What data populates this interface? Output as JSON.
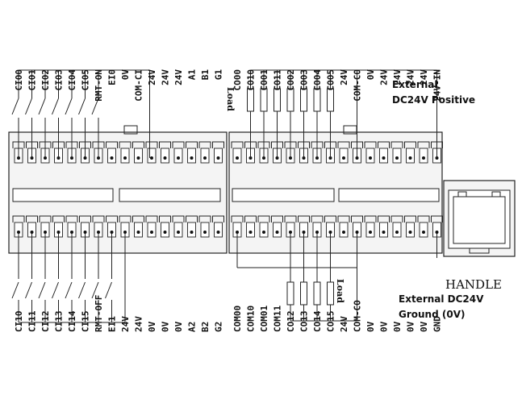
{
  "top_left_pins": [
    "CI00",
    "CI01",
    "CI02",
    "CI03",
    "CI04",
    "CI05",
    "RMT-ON",
    "EI0",
    "0V",
    "COM-CI",
    "24V",
    "24V",
    "24V",
    "A1",
    "B1",
    "G1"
  ],
  "top_right_pins": [
    "CO00",
    "CO10",
    "CO01",
    "CO11",
    "CO02",
    "CO03",
    "CO04",
    "CO05",
    "24V",
    "COM-CO",
    "0V",
    "24V",
    "24V",
    "24V",
    "24V",
    "24V-IN"
  ],
  "bottom_left_pins": [
    "CI10",
    "CI11",
    "CI12",
    "CI13",
    "CI14",
    "CI15",
    "RMT-OFF",
    "EI1",
    "24V",
    "24V",
    "0V",
    "0V",
    "0V",
    "A2",
    "B2",
    "G2"
  ],
  "bottom_right_pins": [
    "COM00",
    "COM10",
    "COM01",
    "COM11",
    "CO12",
    "CO13",
    "CO14",
    "CO15",
    "24V",
    "COM-CO",
    "0V",
    "0V",
    "0V",
    "0V",
    "0V",
    "GND"
  ],
  "labels": {
    "external_positive_line1": "External",
    "external_positive_line2": "DC24V Positive",
    "external_ground_line1": "External DC24V",
    "external_ground_line2": "Ground (0V)",
    "handle": "HANDLE",
    "load_top": "Load",
    "load_bottom": "Load"
  }
}
